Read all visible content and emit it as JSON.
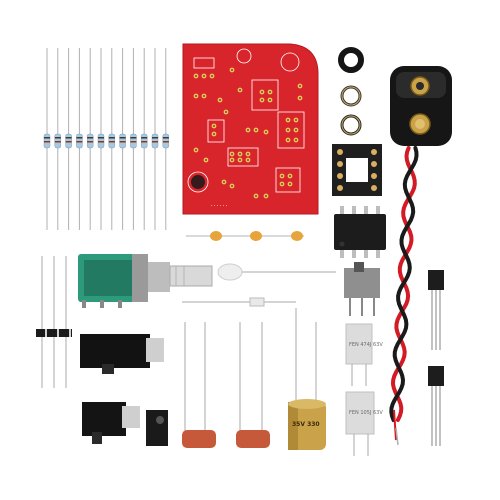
{
  "colors": {
    "background": "#ffffff",
    "pcb_red": "#d8252b",
    "pcb_silk": "#ffffff",
    "pad_gold": "#e8c35a",
    "resistor_body": "#a9c8df",
    "wire_red": "#d21b24",
    "wire_black": "#1a1a1a",
    "pot_green": "#2e9a7c",
    "film_cap": "#c7593b",
    "electrolytic_gold": "#c9a24a",
    "box_cap_grey": "#d9d9d9",
    "ceramic_cap": "#e6a43a"
  },
  "labels": {
    "box_cap_1": "FEN\n474J\n63V",
    "box_cap_2": "FEN\n105J\n63V",
    "electrolytic": "35V 330"
  }
}
